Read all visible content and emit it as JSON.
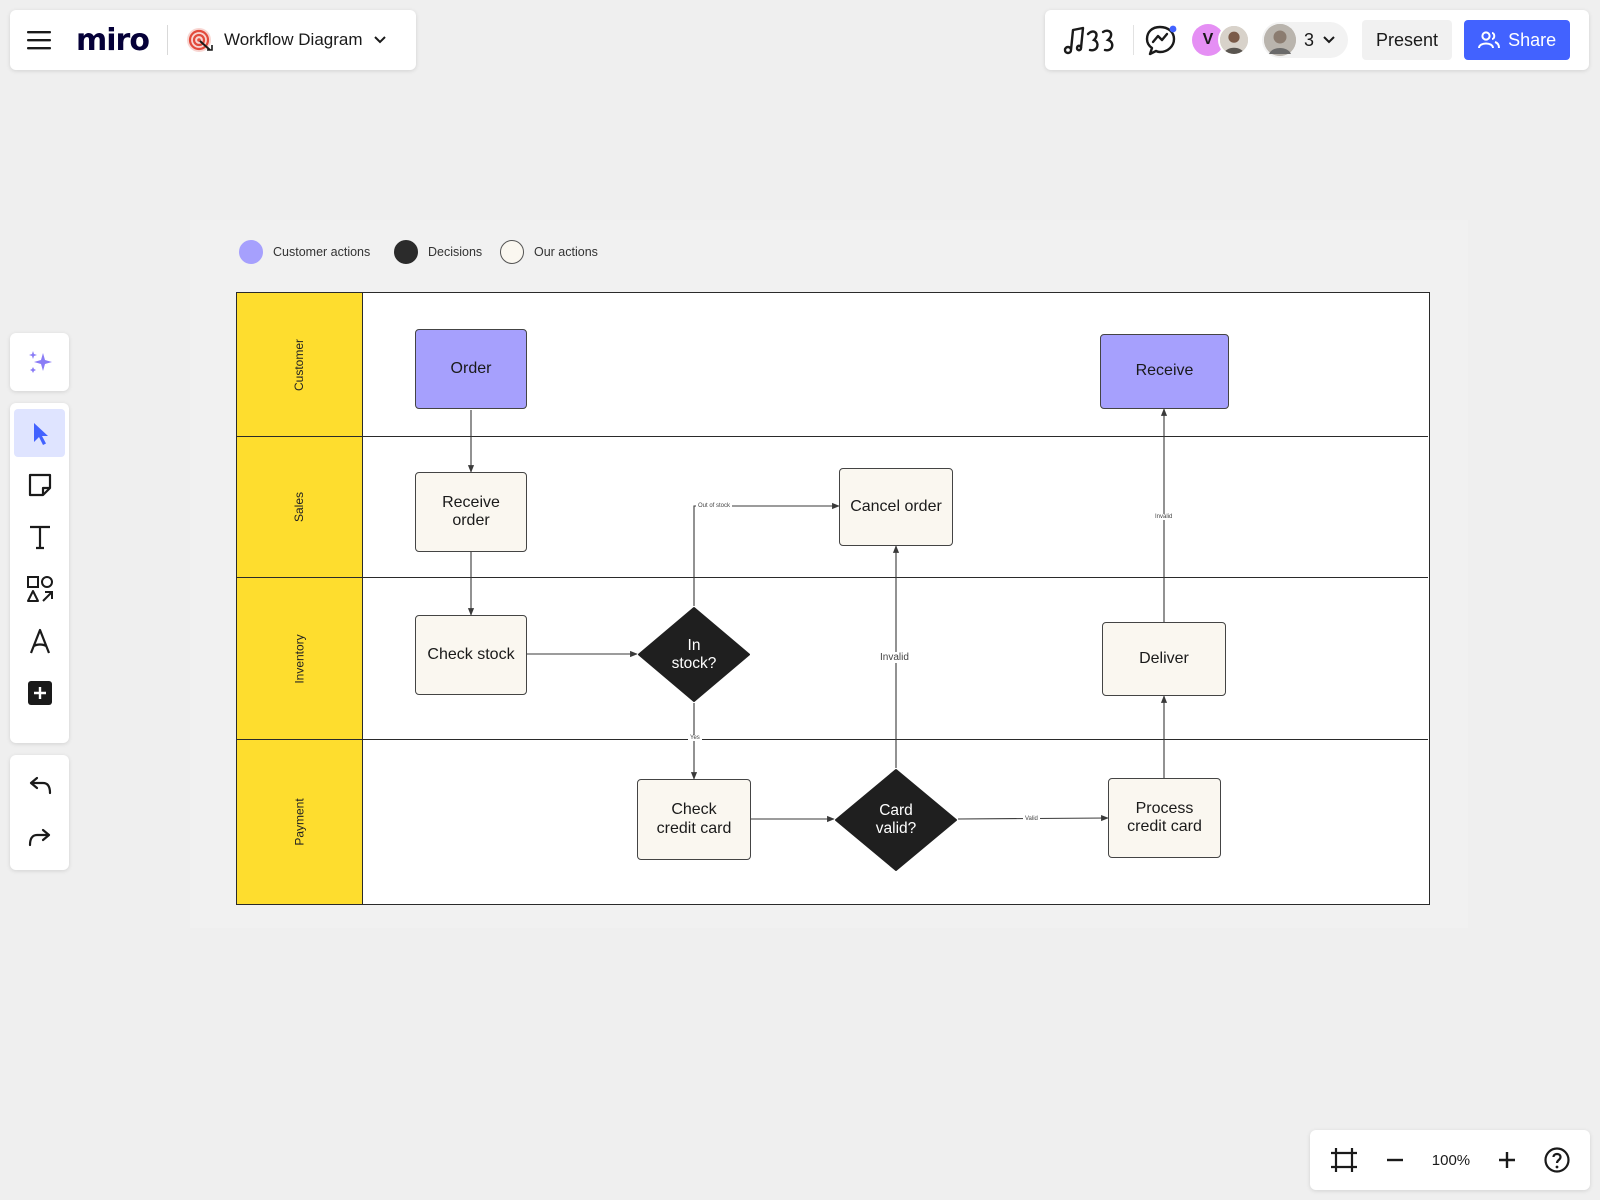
{
  "app": {
    "logo_text": "miro",
    "board_title": "Workflow Diagram"
  },
  "collab": {
    "avatar_initial": "V",
    "collaborator_count": "3",
    "present_label": "Present",
    "share_label": "Share"
  },
  "toolbar": {
    "tools": [
      "ai-sparkle",
      "select",
      "sticky-note",
      "text",
      "shapes",
      "pen",
      "more-tools"
    ],
    "history": [
      "undo",
      "redo"
    ]
  },
  "zoom": {
    "level": "100%"
  },
  "legend": {
    "customer_actions": "Customer actions",
    "decisions": "Decisions",
    "our_actions": "Our actions"
  },
  "lanes": {
    "customer": "Customer",
    "sales": "Sales",
    "inventory": "Inventory",
    "payment": "Payment"
  },
  "nodes": {
    "order": "Order",
    "receive": "Receive",
    "receive_order": "Receive order",
    "cancel_order": "Cancel order",
    "check_stock": "Check stock",
    "in_stock": "In stock?",
    "deliver": "Deliver",
    "check_credit_card": "Check credit card",
    "card_valid": "Card valid?",
    "process_credit_card": "Process credit card"
  },
  "edge_labels": {
    "out_of_stock": "Out of stock",
    "yes": "Yes",
    "invalid": "Invalid",
    "invalid_top": "Invalid",
    "valid": "Valid"
  },
  "colors": {
    "accent": "#4262ff",
    "lane_header": "#fedd2e",
    "customer_action": "#a6a0fd",
    "decision": "#1f1f1f",
    "our_action": "#faf7f0"
  }
}
